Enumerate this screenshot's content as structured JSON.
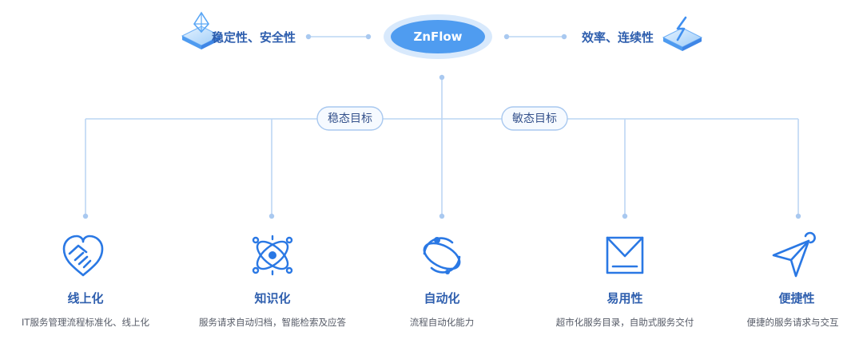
{
  "colors": {
    "line": "#bcd6f4",
    "dot": "#a9c9f0",
    "pill_border": "#a8c8ef",
    "pill_bg": "#f6faff",
    "center_fill": "#4f9cf0",
    "center_ring": "#d8e9fc",
    "icon_blue": "#2a78e4",
    "title_blue": "#2f5fae"
  },
  "center": {
    "label": "ZnFlow"
  },
  "top_left": {
    "label": "稳定性、安全性",
    "icon": "crystal-layer-icon"
  },
  "top_right": {
    "label": "效率、连续性",
    "icon": "lightning-layer-icon"
  },
  "goals": [
    {
      "label": "稳态目标"
    },
    {
      "label": "敏态目标"
    }
  ],
  "features": [
    {
      "title": "线上化",
      "desc": "IT服务管理流程标准化、线上化",
      "icon": "handshake-heart-icon"
    },
    {
      "title": "知识化",
      "desc": "服务请求自动归档，智能检索及应答",
      "icon": "atom-network-icon"
    },
    {
      "title": "自动化",
      "desc": "流程自动化能力",
      "icon": "orbit-cycle-icon"
    },
    {
      "title": "易用性",
      "desc": "超市化服务目录，自助式服务交付",
      "icon": "inbox-tray-icon"
    },
    {
      "title": "便捷性",
      "desc": "便捷的服务请求与交互",
      "icon": "paper-plane-icon"
    }
  ]
}
